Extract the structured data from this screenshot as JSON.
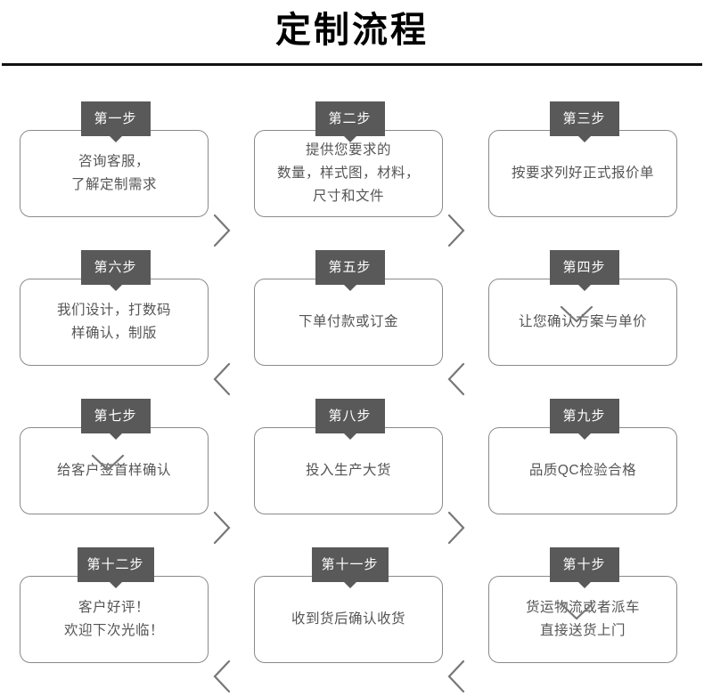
{
  "header": {
    "title": "定制流程"
  },
  "colors": {
    "badge_bg": "#595959",
    "badge_text": "#ffffff",
    "card_border": "#8a8a8a",
    "card_text": "#555555",
    "rule": "#111111",
    "background": "#ffffff"
  },
  "flow": {
    "columns": 3,
    "rows": 4,
    "direction": "boustrophedon",
    "steps": [
      {
        "badge": "第一步",
        "text": "咨询客服，\n了解定制需求",
        "col": 0,
        "row": 0
      },
      {
        "badge": "第二步",
        "text": "提供您要求的\n数量，样式图，材料，\n尺寸和文件",
        "col": 1,
        "row": 0
      },
      {
        "badge": "第三步",
        "text": "按要求列好正式报价单",
        "col": 2,
        "row": 0
      },
      {
        "badge": "第四步",
        "text": "让您确认方案与单价",
        "col": 2,
        "row": 1
      },
      {
        "badge": "第五步",
        "text": "下单付款或订金",
        "col": 1,
        "row": 1
      },
      {
        "badge": "第六步",
        "text": "我们设计，打数码\n样确认，制版",
        "col": 0,
        "row": 1
      },
      {
        "badge": "第七步",
        "text": "给客户签首样确认",
        "col": 0,
        "row": 2
      },
      {
        "badge": "第八步",
        "text": "投入生产大货",
        "col": 1,
        "row": 2
      },
      {
        "badge": "第九步",
        "text": "品质QC检验合格",
        "col": 2,
        "row": 2
      },
      {
        "badge": "第十步",
        "text": "货运物流或者派车\n直接送货上门",
        "col": 2,
        "row": 3
      },
      {
        "badge": "第十一步",
        "text": "收到货后确认收货",
        "col": 1,
        "row": 3
      },
      {
        "badge": "第十二步",
        "text": "客户好评！\n欢迎下次光临！",
        "col": 0,
        "row": 3
      }
    ],
    "connectors": [
      {
        "icon": "chevron-right-icon",
        "from": "第一步",
        "to": "第二步"
      },
      {
        "icon": "chevron-right-icon",
        "from": "第二步",
        "to": "第三步"
      },
      {
        "icon": "chevron-down-icon",
        "from": "第三步",
        "to": "第四步"
      },
      {
        "icon": "chevron-left-icon",
        "from": "第四步",
        "to": "第五步"
      },
      {
        "icon": "chevron-left-icon",
        "from": "第五步",
        "to": "第六步"
      },
      {
        "icon": "chevron-down-icon",
        "from": "第六步",
        "to": "第七步"
      },
      {
        "icon": "chevron-right-icon",
        "from": "第七步",
        "to": "第八步"
      },
      {
        "icon": "chevron-right-icon",
        "from": "第八步",
        "to": "第九步"
      },
      {
        "icon": "chevron-down-icon",
        "from": "第九步",
        "to": "第十步"
      },
      {
        "icon": "chevron-left-icon",
        "from": "第十步",
        "to": "第十一步"
      },
      {
        "icon": "chevron-left-icon",
        "from": "第十一步",
        "to": "第十二步"
      }
    ]
  }
}
